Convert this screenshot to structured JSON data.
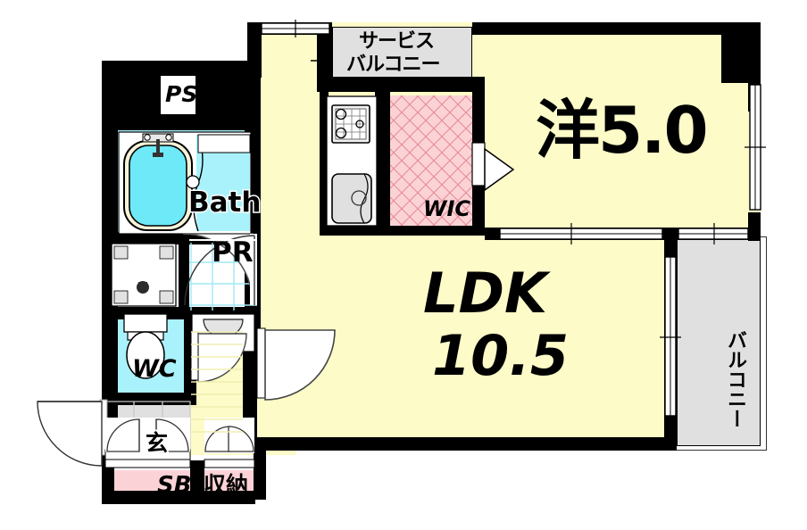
{
  "plan": {
    "type": "japanese-floor-plan",
    "title": "",
    "colors": {
      "wall": "#000000",
      "floor": "#fdfbc8",
      "water": "#aaf2fb",
      "storage_pink": "#fbd3d7",
      "balcony_gray": "#e0e0e0",
      "wic_hatch": "#fbd3d7"
    }
  },
  "rooms": [
    {
      "id": "ps",
      "label": "PS",
      "lang": "en"
    },
    {
      "id": "bath",
      "label": "Bath",
      "lang": "en"
    },
    {
      "id": "powder",
      "label": "PR",
      "lang": "en"
    },
    {
      "id": "toilet",
      "label": "WC",
      "lang": "en"
    },
    {
      "id": "entrance",
      "label": "玄",
      "lang": "ja"
    },
    {
      "id": "shoebox",
      "label": "SB",
      "lang": "en"
    },
    {
      "id": "closet",
      "label": "収納",
      "lang": "ja"
    },
    {
      "id": "service-balcony",
      "label": "サービス\nバルコニー",
      "lang": "ja"
    },
    {
      "id": "wic",
      "label": "WIC",
      "lang": "en"
    },
    {
      "id": "western-room",
      "label": "洋5.0",
      "lang": "ja"
    },
    {
      "id": "ldk",
      "label": "LDK\n10.5",
      "lang": "en"
    },
    {
      "id": "balcony",
      "label": "バルコニー",
      "lang": "ja"
    }
  ],
  "labels": {
    "ps": "PS",
    "bath": "Bath",
    "pr": "PR",
    "wc": "WC",
    "genkan": "玄",
    "sb": "SB",
    "shuno": "収納",
    "service_balcony_line1": "サービス",
    "service_balcony_line2": "バルコニー",
    "wic": "WIC",
    "western_room": "洋5.0",
    "ldk_line1": "LDK",
    "ldk_line2": "10.5",
    "balcony": "バルコニー"
  },
  "fixtures": [
    {
      "name": "bathtub",
      "room": "bath"
    },
    {
      "name": "washing-machine-pan",
      "room": "powder"
    },
    {
      "name": "toilet",
      "room": "toilet"
    },
    {
      "name": "vanity-sink",
      "room": "powder"
    },
    {
      "name": "gas-stove",
      "room": "kitchen"
    },
    {
      "name": "kitchen-sink",
      "room": "kitchen"
    },
    {
      "name": "entrance-tiles",
      "room": "entrance"
    }
  ]
}
